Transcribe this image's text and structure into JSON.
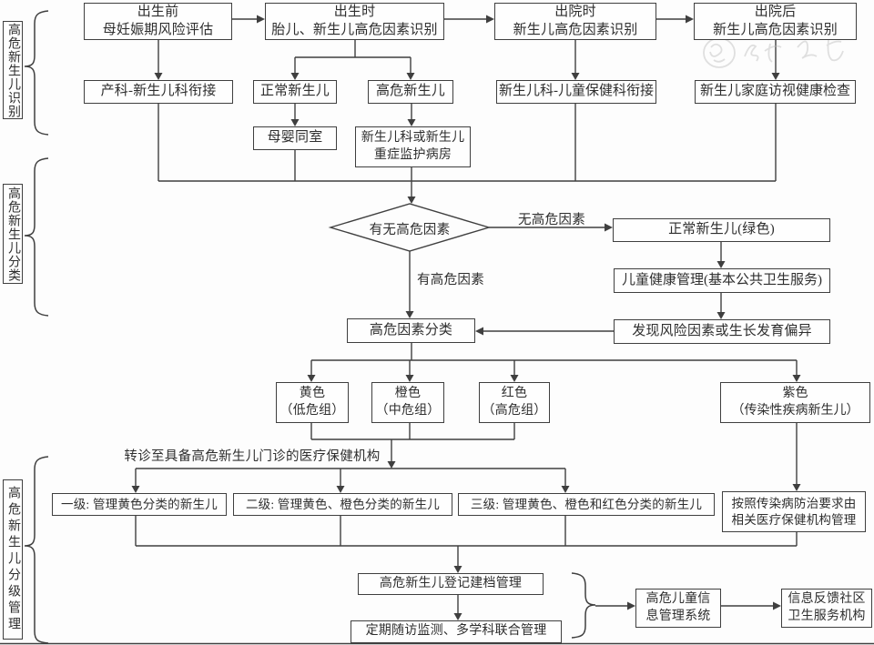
{
  "colors": {
    "line": "#3f3f3f",
    "text": "#2e2e2e",
    "background": "#fdfdfd",
    "watermark": "#bbbbbb"
  },
  "sidebar": {
    "sections": [
      {
        "label": "高危新生儿识别"
      },
      {
        "label": "高危新生儿分类"
      },
      {
        "label": "高危新生儿分级管理"
      }
    ]
  },
  "identification": {
    "prenatal": "出生前\n母妊娠期风险评估",
    "at_birth": "出生时\n胎儿、新生儿高危因素识别",
    "at_discharge": "出院时\n新生儿高危因素识别",
    "after_discharge": "出院后\n新生儿高危因素识别",
    "obstetric_link": "产科-新生儿科衔接",
    "normal_newborn": "正常新生儿",
    "high_risk_newborn": "高危新生儿",
    "rooming_in": "母婴同室",
    "nicu": "新生儿科或新生儿\n重症监护病房",
    "child_health_link": "新生儿科-儿童保健科衔接",
    "home_visit": "新生儿家庭访视健康检查"
  },
  "classification": {
    "decision": "有无高危因素",
    "no_risk_label": "无高危因素",
    "has_risk_label": "有高危因素",
    "normal_green": "正常新生儿(绿色)",
    "child_health_mgmt": "儿童健康管理(基本公共卫生服务)",
    "risk_found": "发现风险因素或生长发育偏异",
    "risk_classify": "高危因素分类",
    "yellow": "黄色\n（低危组）",
    "orange": "橙色\n（中危组）",
    "red": "红色\n（高危组）",
    "purple": "紫色\n（传染性疾病新生儿）"
  },
  "management": {
    "referral_note": "转诊至具备高危新生儿门诊的医疗保健机构",
    "level1": "一级: 管理黄色分类的新生儿",
    "level2": "二级: 管理黄色、橙色分类的新生儿",
    "level3": "三级: 管理黄色、橙色和红色分类的新生儿",
    "infectious_mgmt": "按照传染病防治要求由\n相关医疗保健机构管理",
    "registration": "高危新生儿登记建档管理",
    "followup": "定期随访监测、多学科联合管理",
    "info_system": "高危儿童信\n息管理系统",
    "feedback": "信息反馈社区\n卫生服务机构"
  }
}
